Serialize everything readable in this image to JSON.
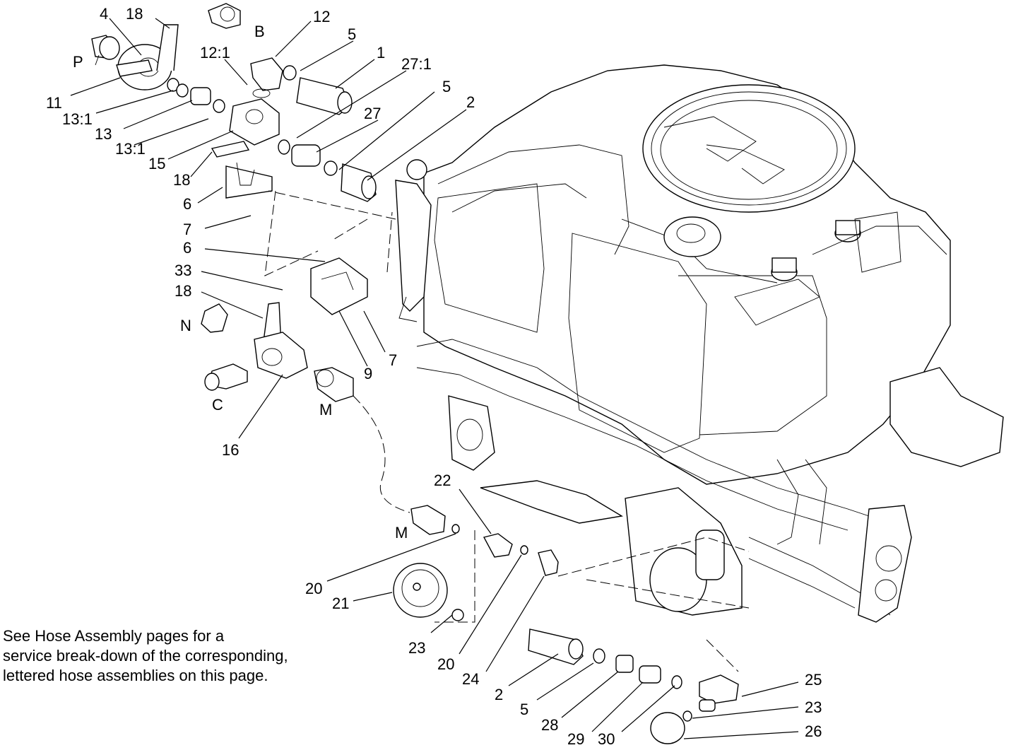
{
  "diagram": {
    "callouts": {
      "c4": "4",
      "c18a": "18",
      "cB": "B",
      "c12": "12",
      "c5a": "5",
      "c1": "1",
      "cP": "P",
      "c12_1": "12:1",
      "c27_1": "27:1",
      "c11": "11",
      "c13_1a": "13:1",
      "c13": "13",
      "c5b": "5",
      "c2a": "2",
      "c13_1b": "13:1",
      "c27": "27",
      "c15": "15",
      "c18b": "18",
      "c6a": "6",
      "c7a": "7",
      "c6b": "6",
      "c33": "33",
      "c18c": "18",
      "cN": "N",
      "c9": "9",
      "c7b": "7",
      "cC": "C",
      "cM1": "M",
      "c16": "16",
      "c22": "22",
      "cM2": "M",
      "c20a": "20",
      "c21": "21",
      "c23a": "23",
      "c20b": "20",
      "c24": "24",
      "c25": "25",
      "c2b": "2",
      "c23b": "23",
      "c5c": "5",
      "c28": "28",
      "c29": "29",
      "c30": "30",
      "c26": "26"
    },
    "note": {
      "line1": "See Hose Assembly pages for a",
      "line2": "service break-down of the corresponding,",
      "line3": "lettered hose assemblies on this page."
    }
  }
}
